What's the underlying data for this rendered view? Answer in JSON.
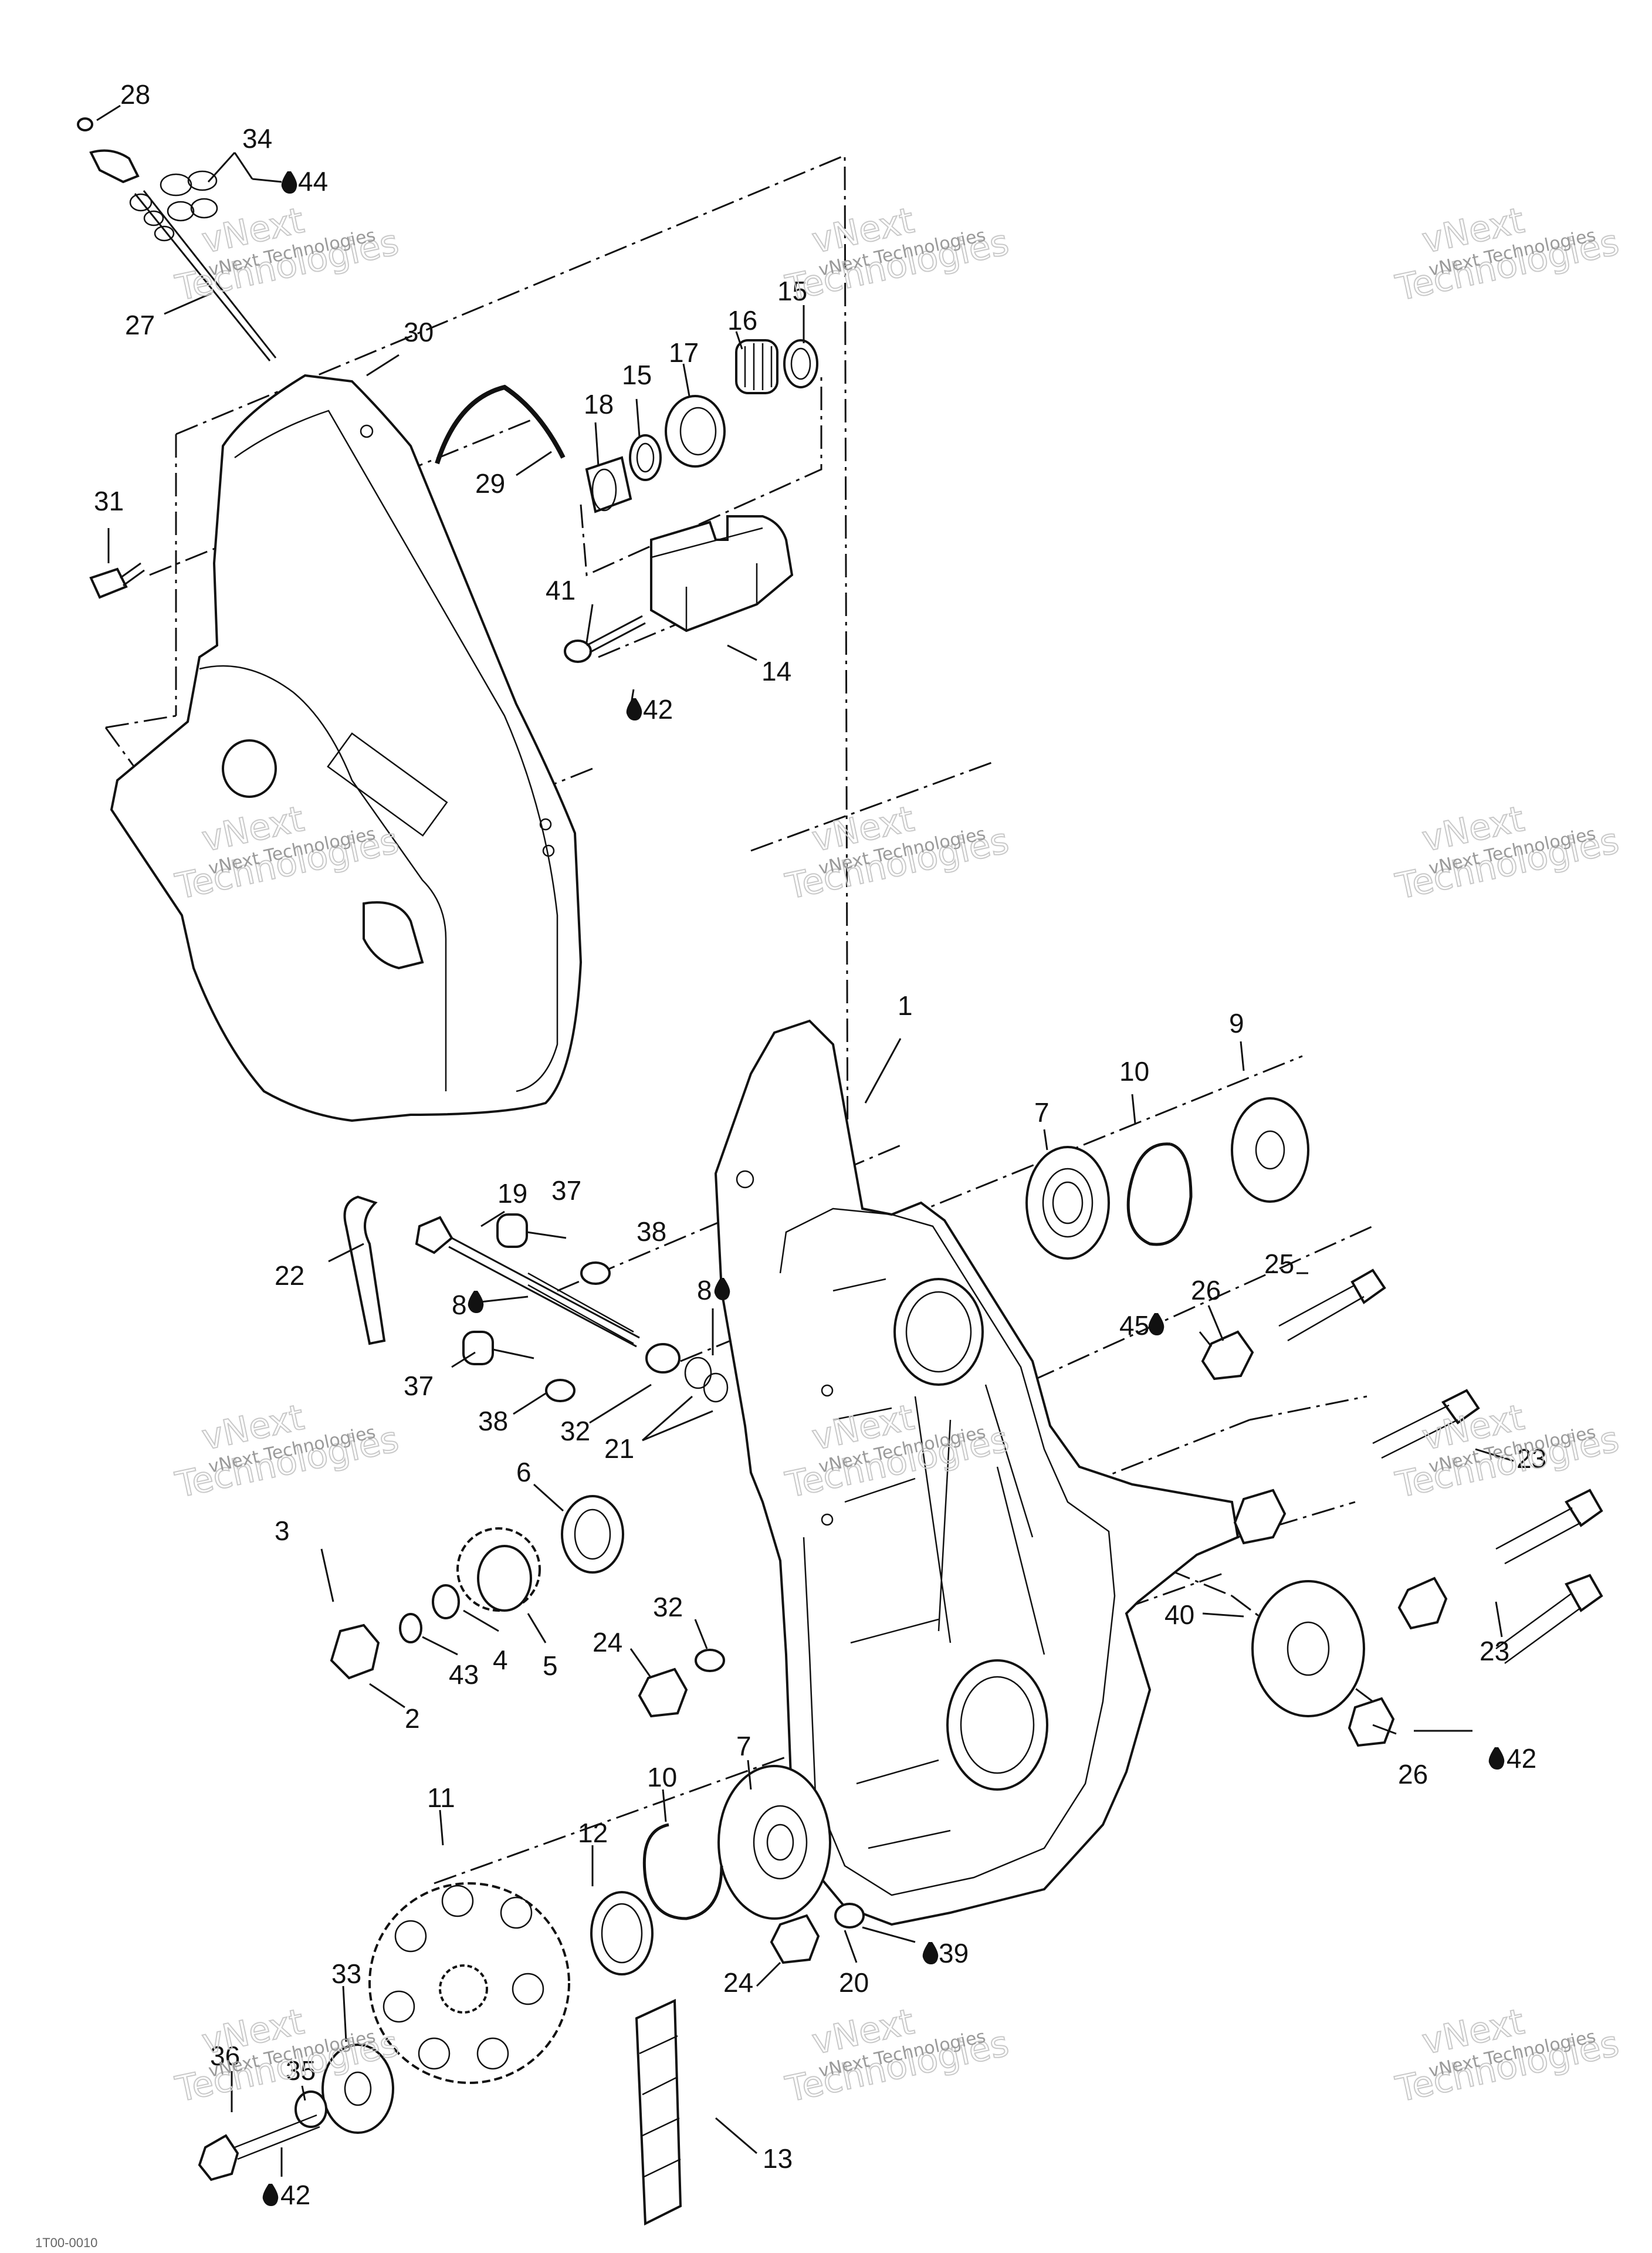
{
  "callouts": [
    {
      "id": "c28",
      "text": "28"
    },
    {
      "id": "c34",
      "text": "34"
    },
    {
      "id": "c44",
      "text": "44"
    },
    {
      "id": "c27",
      "text": "27"
    },
    {
      "id": "c30",
      "text": "30"
    },
    {
      "id": "c16",
      "text": "16"
    },
    {
      "id": "c15a",
      "text": "15"
    },
    {
      "id": "c15b",
      "text": "15"
    },
    {
      "id": "c17",
      "text": "17"
    },
    {
      "id": "c18",
      "text": "18"
    },
    {
      "id": "c29",
      "text": "29"
    },
    {
      "id": "c31",
      "text": "31"
    },
    {
      "id": "c41",
      "text": "41"
    },
    {
      "id": "c14",
      "text": "14"
    },
    {
      "id": "c42a",
      "text": "42"
    },
    {
      "id": "c1",
      "text": "1"
    },
    {
      "id": "c9",
      "text": "9"
    },
    {
      "id": "c10a",
      "text": "10"
    },
    {
      "id": "c7a",
      "text": "7"
    },
    {
      "id": "c19",
      "text": "19"
    },
    {
      "id": "c37a",
      "text": "37"
    },
    {
      "id": "c38a",
      "text": "38"
    },
    {
      "id": "c22",
      "text": "22"
    },
    {
      "id": "c8a",
      "text": "8"
    },
    {
      "id": "c8b",
      "text": "8"
    },
    {
      "id": "c25",
      "text": "25"
    },
    {
      "id": "c26a",
      "text": "26"
    },
    {
      "id": "c45",
      "text": "45"
    },
    {
      "id": "c37b",
      "text": "37"
    },
    {
      "id": "c38b",
      "text": "38"
    },
    {
      "id": "c32a",
      "text": "32"
    },
    {
      "id": "c21",
      "text": "21"
    },
    {
      "id": "c23a",
      "text": "23"
    },
    {
      "id": "c6",
      "text": "6"
    },
    {
      "id": "c3",
      "text": "3"
    },
    {
      "id": "c40",
      "text": "40"
    },
    {
      "id": "c32b",
      "text": "32"
    },
    {
      "id": "c24a",
      "text": "24"
    },
    {
      "id": "c4",
      "text": "4"
    },
    {
      "id": "c5",
      "text": "5"
    },
    {
      "id": "c43",
      "text": "43"
    },
    {
      "id": "c2",
      "text": "2"
    },
    {
      "id": "c23b",
      "text": "23"
    },
    {
      "id": "c26b",
      "text": "26"
    },
    {
      "id": "c42b",
      "text": "42"
    },
    {
      "id": "c11",
      "text": "11"
    },
    {
      "id": "c10b",
      "text": "10"
    },
    {
      "id": "c7b",
      "text": "7"
    },
    {
      "id": "c12",
      "text": "12"
    },
    {
      "id": "c33",
      "text": "33"
    },
    {
      "id": "c24b",
      "text": "24"
    },
    {
      "id": "c20",
      "text": "20"
    },
    {
      "id": "c39",
      "text": "39"
    },
    {
      "id": "c35",
      "text": "35"
    },
    {
      "id": "c36",
      "text": "36"
    },
    {
      "id": "c13",
      "text": "13"
    },
    {
      "id": "c42c",
      "text": "42"
    }
  ],
  "watermark": {
    "line1": "vNext Technologies",
    "line2": "vNext",
    "line3": "Technologies"
  },
  "footer_code": "1T00-0010"
}
